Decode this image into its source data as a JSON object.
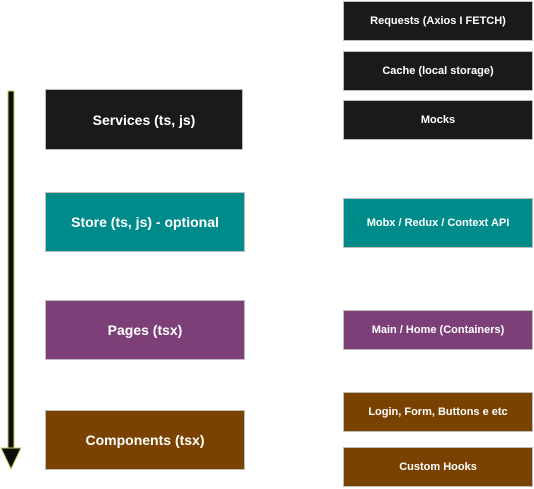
{
  "layers": {
    "services": "Services (ts, js)",
    "store": "Store (ts, js) - optional",
    "pages": "Pages (tsx)",
    "components": "Components (tsx)"
  },
  "details": {
    "requests": "Requests (Axios I FETCH)",
    "cache": "Cache (local storage)",
    "mocks": "Mocks",
    "state": "Mobx / Redux / Context API",
    "main": "Main / Home (Containers)",
    "login": "Login, Form, Buttons e etc",
    "hooks": "Custom Hooks"
  },
  "colors": {
    "services": "#1a1a1a",
    "store": "#008b8b",
    "pages": "#7d3f78",
    "components": "#7a4200",
    "arrow_fill": "#0d0d0d",
    "arrow_outline": "#cccc66"
  },
  "flow_arrow": {
    "direction": "down"
  }
}
